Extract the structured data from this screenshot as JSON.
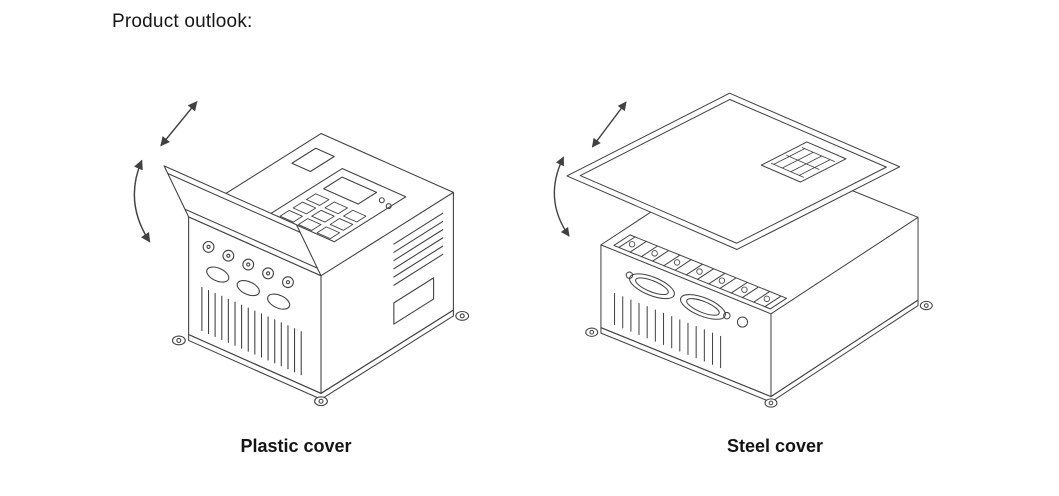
{
  "page": {
    "title": "Product outlook:",
    "background": "#ffffff",
    "line_color": "#414141",
    "text_color": "#141414"
  },
  "figures": [
    {
      "id": "plastic",
      "caption": "Plastic cover",
      "alt": "Isometric line drawing of a frequency-inverter unit with its hinged plastic cover swung open; keypad with display on top, terminal screws, cable glands and ventilation grille exposed; double-headed and curved arrows show the cover opening direction",
      "arrow_icons": [
        "double-headed-arrow",
        "swing-arc-arrow"
      ]
    },
    {
      "id": "steel",
      "caption": "Steel cover",
      "alt": "Isometric line drawing of a larger frequency-inverter unit with its flat steel cover lifted off at an angle; keypad cutout on the cover, terminal row along the opening, oval cable knockouts and ventilation grille on the front; double-headed and curved arrows show the cover opening direction",
      "arrow_icons": [
        "double-headed-arrow",
        "swing-arc-arrow"
      ]
    }
  ]
}
